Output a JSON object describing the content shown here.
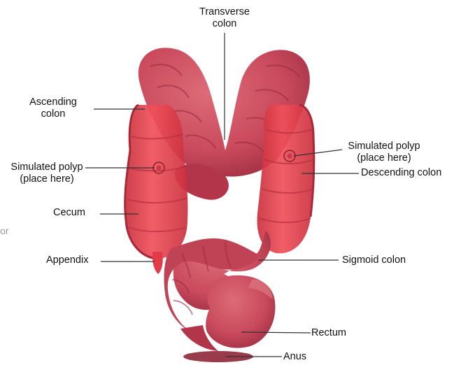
{
  "labels": {
    "transverse": [
      "Transverse",
      "colon"
    ],
    "ascending": [
      "Ascending",
      "colon"
    ],
    "polyp_left": [
      "Simulated polyp",
      "(place here)"
    ],
    "cecum": "Cecum",
    "appendix": "Appendix",
    "polyp_right": [
      "Simulated polyp",
      "(place here)"
    ],
    "descending": "Descending colon",
    "sigmoid": "Sigmoid colon",
    "rectum": "Rectum",
    "anus": "Anus"
  },
  "edge_fragments": [
    "or"
  ],
  "colors": {
    "tissue_dark": "#b3354a",
    "tissue_mid": "#c94a5c",
    "tissue_light": "#dd6b78",
    "simulation_insert": "#e83a46",
    "leader_line": "#333333"
  }
}
